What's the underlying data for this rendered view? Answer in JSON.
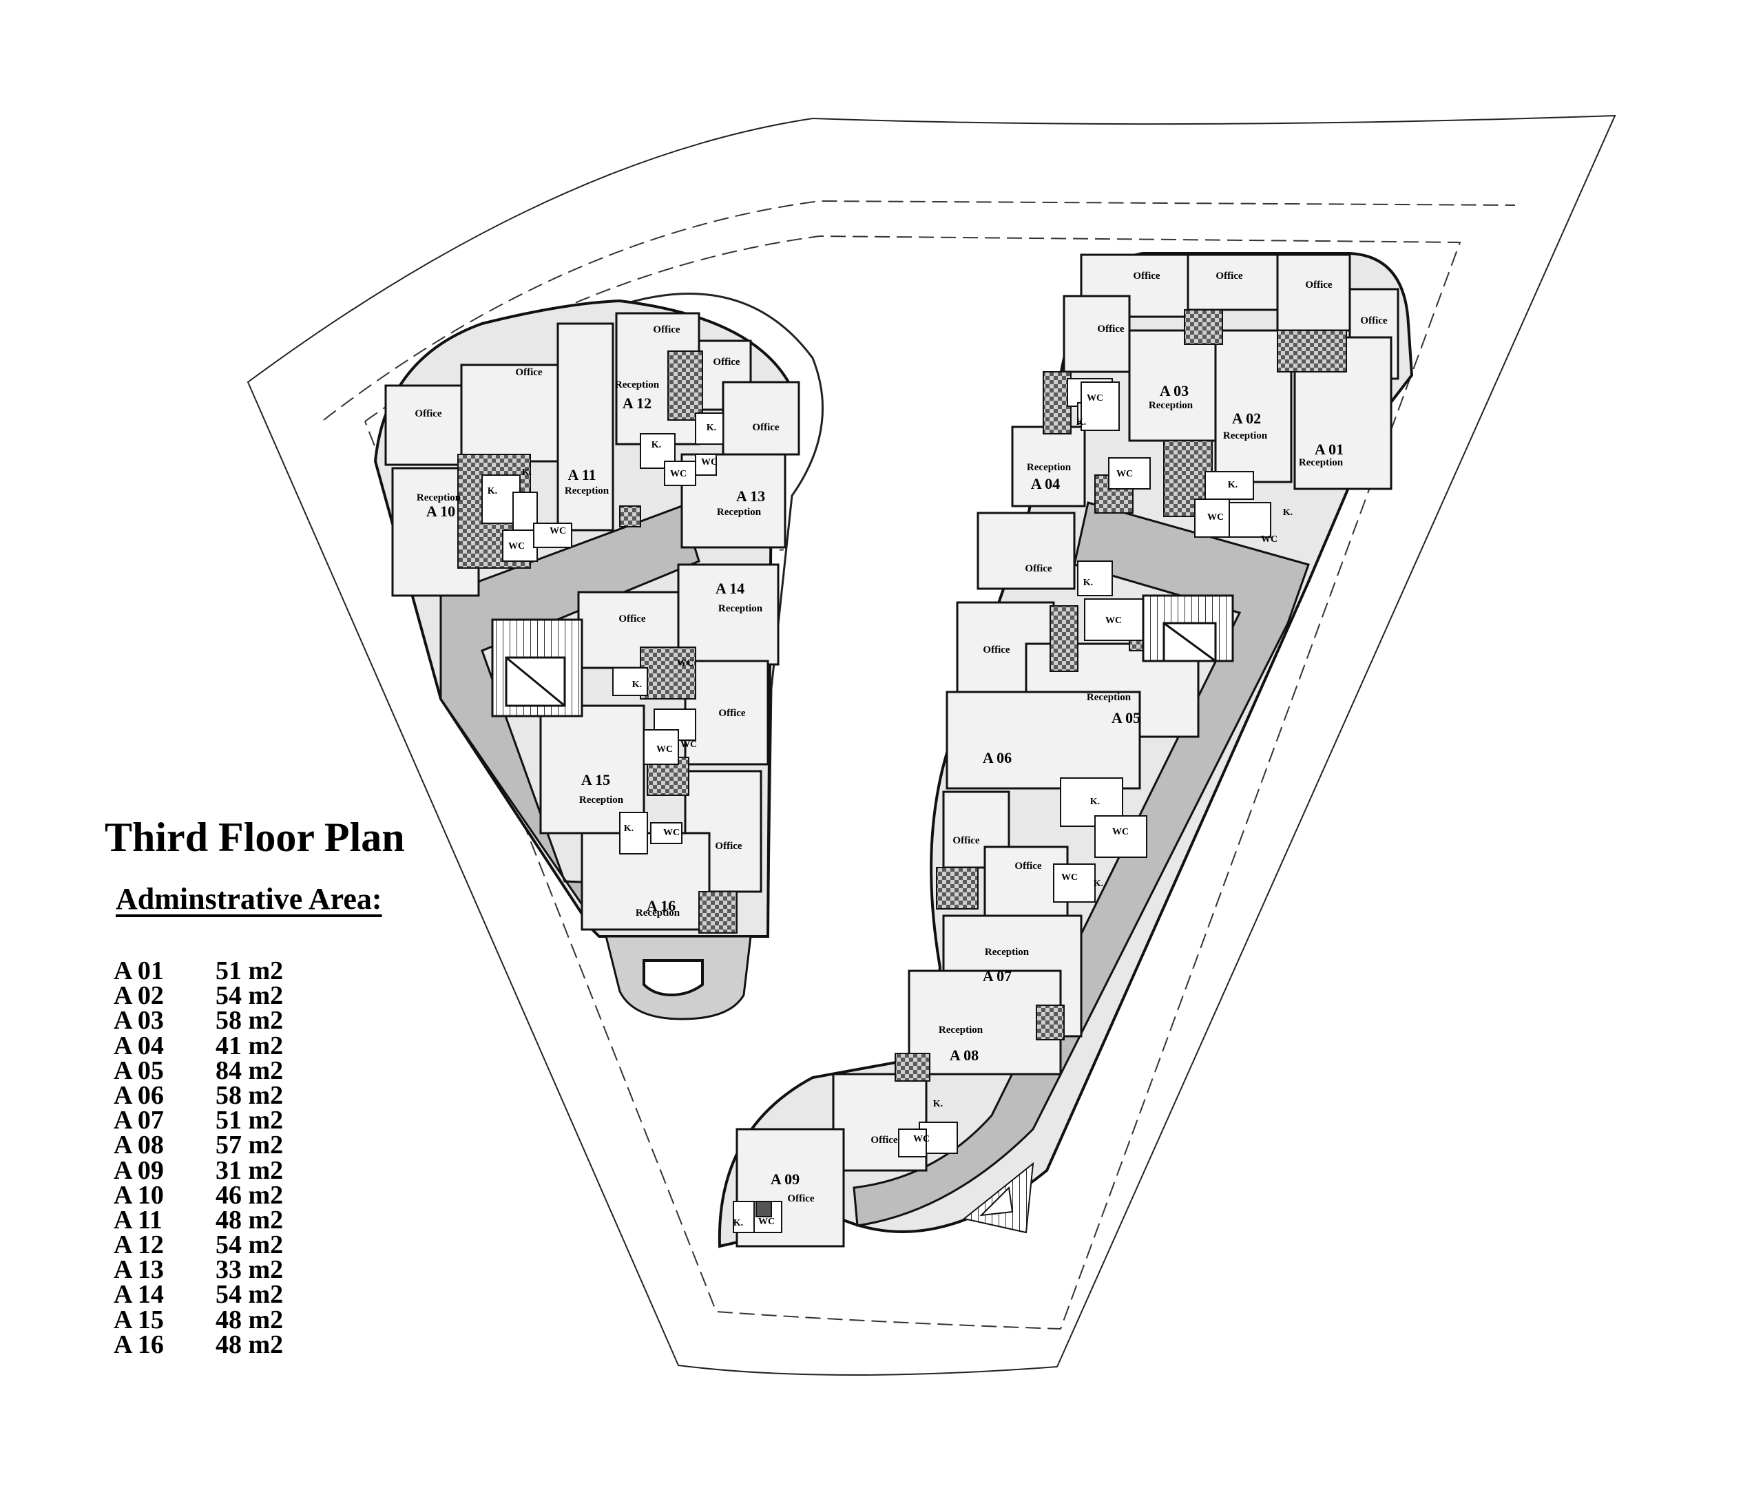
{
  "title": "Third Floor Plan",
  "subtitle": "Adminstrative Area:",
  "area_schedule": [
    {
      "unit": "A 01",
      "area": "51 m2"
    },
    {
      "unit": "A 02",
      "area": "54 m2"
    },
    {
      "unit": "A 03",
      "area": "58 m2"
    },
    {
      "unit": "A 04",
      "area": "41 m2"
    },
    {
      "unit": "A 05",
      "area": "84 m2"
    },
    {
      "unit": "A 06",
      "area": "58 m2"
    },
    {
      "unit": "A 07",
      "area": "51 m2"
    },
    {
      "unit": "A 08",
      "area": "57 m2"
    },
    {
      "unit": "A 09",
      "area": "31 m2"
    },
    {
      "unit": "A 10",
      "area": "46 m2"
    },
    {
      "unit": "A 11",
      "area": "48 m2"
    },
    {
      "unit": "A 12",
      "area": "54 m2"
    },
    {
      "unit": "A 13",
      "area": "33 m2"
    },
    {
      "unit": "A 14",
      "area": "54 m2"
    },
    {
      "unit": "A 15",
      "area": "48 m2"
    },
    {
      "unit": "A 16",
      "area": "48 m2"
    }
  ],
  "plan_labels": {
    "units": [
      "A 01",
      "A 02",
      "A 03",
      "A 04",
      "A 05",
      "A 06",
      "A 07",
      "A 08",
      "A 09",
      "A 10",
      "A 11",
      "A 12",
      "A 13",
      "A 14",
      "A 15",
      "A 16"
    ],
    "office": "Office",
    "reception": "Reception",
    "kitchen": "K.",
    "toilet": "WC"
  }
}
